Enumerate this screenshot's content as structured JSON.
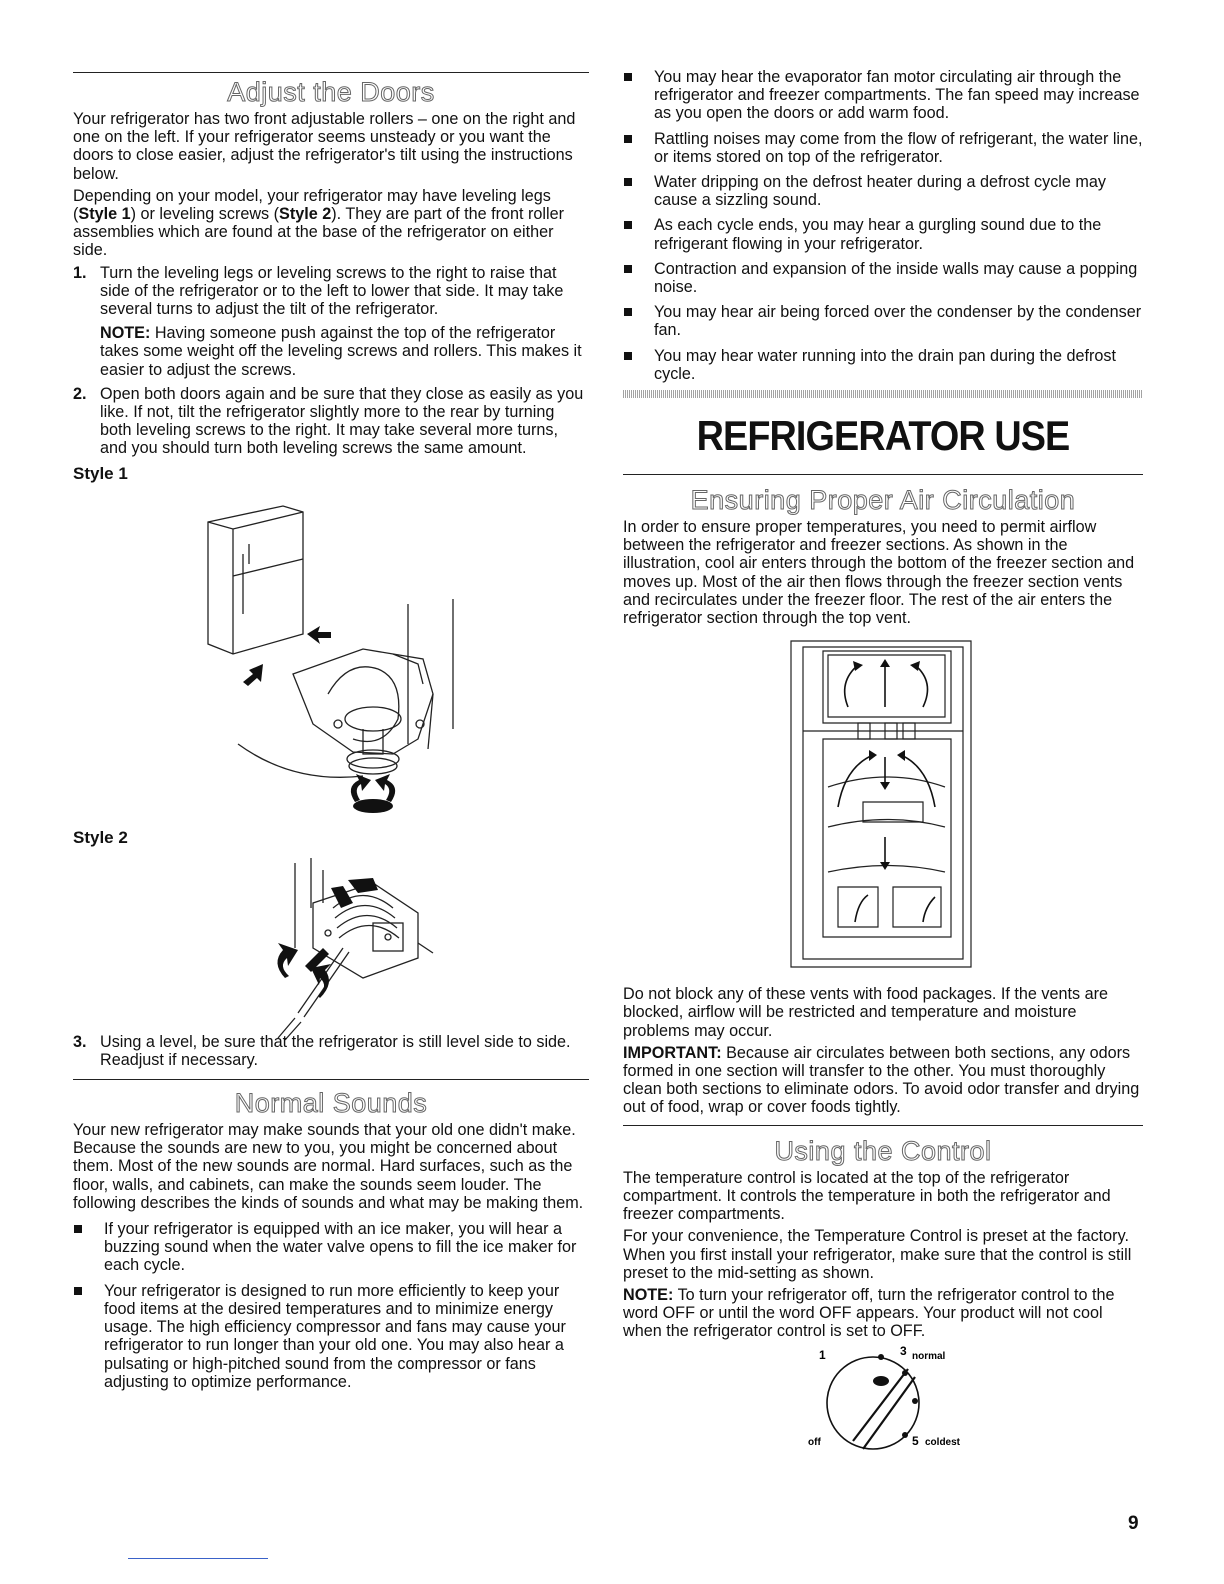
{
  "adjust": {
    "title": "Adjust the Doors",
    "p1": "Your refrigerator has two front adjustable rollers – one on the right and one on the left. If your refrigerator seems unsteady or you want the doors to close easier, adjust the refrigerator's tilt using the instructions below.",
    "p2_a": "Depending on your model, your refrigerator may have leveling legs (",
    "p2_style1": "Style 1",
    "p2_b": ") or leveling screws (",
    "p2_style2": "Style 2",
    "p2_c": "). They are part of the front roller assemblies which are found at the base of the refrigerator on either side.",
    "steps": [
      {
        "num": "1.",
        "text": "Turn the leveling legs or leveling screws to the right to raise that side of the refrigerator or to the left to lower that side. It may take several turns to adjust the tilt of the refrigerator."
      },
      {
        "num": "2.",
        "text": "Open both doors again and be sure that they close as easily as you like. If not, tilt the refrigerator slightly more to the rear by turning both leveling screws to the right. It may take several more turns, and you should turn both leveling screws the same amount."
      },
      {
        "num": "3.",
        "text": "Using a level, be sure that the refrigerator is still level side to side. Readjust if necessary."
      }
    ],
    "note_label": "NOTE:",
    "note_text": " Having someone push against the top of the refrigerator takes some weight off the leveling screws and rollers. This makes it easier to adjust the screws.",
    "style1_label": "Style 1",
    "style2_label": "Style 2"
  },
  "sounds": {
    "title": "Normal Sounds",
    "intro": "Your new refrigerator may make sounds that your old one didn't make. Because the sounds are new to you, you might be concerned about them. Most of the new sounds are normal. Hard surfaces, such as the floor, walls, and cabinets, can make the sounds seem louder. The following describes the kinds of sounds and what may be making them.",
    "left_bullets": [
      "If your refrigerator is equipped with an ice maker, you will hear a buzzing sound when the water valve opens to fill the ice maker for each cycle.",
      "Your refrigerator is designed to run more efficiently to keep your food items at the desired temperatures and to minimize energy usage. The high efficiency compressor and fans may cause your refrigerator to run longer than your old one. You may also hear a pulsating or high-pitched sound from the compressor or fans adjusting to optimize performance."
    ],
    "right_bullets": [
      "You may hear the evaporator fan motor circulating air through the refrigerator and freezer compartments. The fan speed may increase as you open the doors or add warm food.",
      "Rattling noises may come from the flow of refrigerant, the water line, or items stored on top of the refrigerator.",
      "Water dripping on the defrost heater during a defrost cycle may cause a sizzling sound.",
      "As each cycle ends, you may hear a gurgling sound due to the refrigerant flowing in your refrigerator.",
      "Contraction and expansion of the inside walls may cause a popping noise.",
      "You may hear air being forced over the condenser by the condenser fan.",
      "You may hear water running into the drain pan during the defrost cycle."
    ]
  },
  "use": {
    "title": "REFRIGERATOR USE"
  },
  "air": {
    "title": "Ensuring Proper Air Circulation",
    "p1": "In order to ensure proper temperatures, you need to permit airflow between the refrigerator and freezer sections. As shown in the illustration, cool air enters through the bottom of the freezer section and moves up. Most of the air then flows through the freezer section vents and recirculates under the freezer floor. The rest of the air enters the refrigerator section through the top vent.",
    "p2": "Do not block any of these vents with food packages. If the vents are blocked, airflow will be restricted and temperature and moisture problems may occur.",
    "important_label": "IMPORTANT:",
    "important_text": " Because air circulates between both sections, any odors formed in one section will transfer to the other. You must thoroughly clean both sections to eliminate odors. To avoid odor transfer and drying out of food, wrap or cover foods tightly."
  },
  "control": {
    "title": "Using the Control",
    "p1": "The temperature control is located at the top of the refrigerator compartment. It controls the temperature in both the refrigerator and freezer compartments.",
    "p2": "For your convenience, the Temperature Control is preset at the factory. When you first install your refrigerator, make sure that the control is still preset to the mid-setting as shown.",
    "note_label": "NOTE:",
    "note_text": " To turn your refrigerator off, turn the refrigerator control to the word OFF or until the word OFF appears. Your product will not cool when the refrigerator control is set to OFF.",
    "dial": {
      "label_1": "1",
      "label_3": "3",
      "label_normal": "normal",
      "label_off": "off",
      "label_5": "5",
      "label_coldest": "coldest"
    }
  },
  "page_number": "9"
}
